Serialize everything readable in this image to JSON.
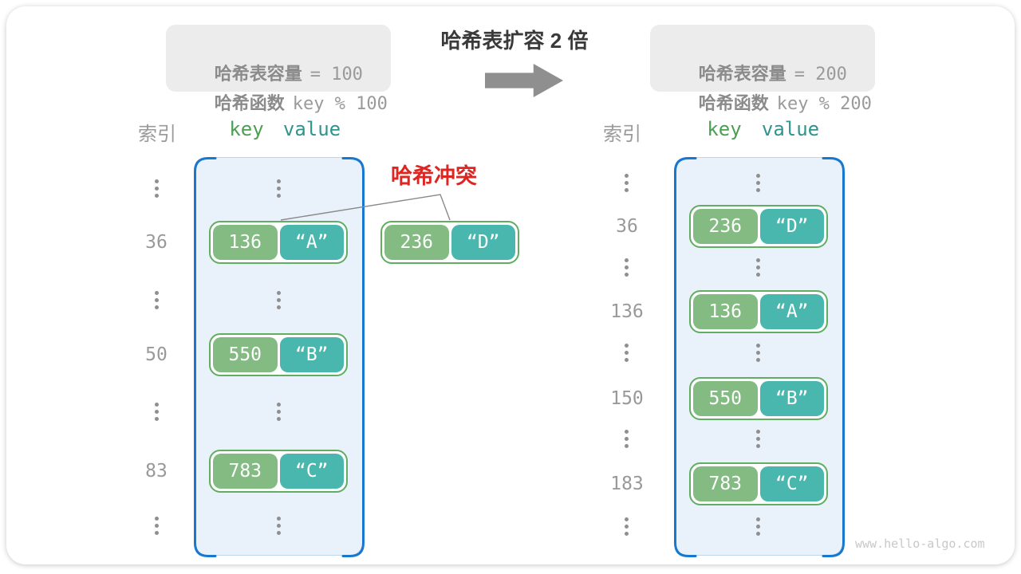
{
  "title": "哈希表扩容 2 倍",
  "colors": {
    "key_green": "#83bb83",
    "value_teal": "#49b7ad",
    "pair_border": "#61ad61",
    "bucket_fill": "#e9f2fa",
    "bucket_stroke": "#1878cf",
    "collision_red": "#e02521",
    "gray_text": "#9a9a9a",
    "title_dark": "#3a3a3a",
    "arrow_gray": "#8f8f8f"
  },
  "before": {
    "info_line1": {
      "label": "哈希表容量",
      "value": "= 100"
    },
    "info_line2": {
      "label": "哈希函数",
      "value": "key % 100"
    },
    "header": {
      "index": "索引",
      "key": "key",
      "value": "value"
    },
    "rows": [
      {
        "index": "36",
        "key": "136",
        "value": "“A”"
      },
      {
        "index": "50",
        "key": "550",
        "value": "“B”"
      },
      {
        "index": "83",
        "key": "783",
        "value": "“C”"
      }
    ]
  },
  "collision": {
    "label": "哈希冲突",
    "pair": {
      "key": "236",
      "value": "“D”"
    }
  },
  "after": {
    "info_line1": {
      "label": "哈希表容量",
      "value": "= 200"
    },
    "info_line2": {
      "label": "哈希函数",
      "value": "key % 200"
    },
    "header": {
      "index": "索引",
      "key": "key",
      "value": "value"
    },
    "rows": [
      {
        "index": "36",
        "key": "236",
        "value": "“D”"
      },
      {
        "index": "136",
        "key": "136",
        "value": "“A”"
      },
      {
        "index": "150",
        "key": "550",
        "value": "“B”"
      },
      {
        "index": "183",
        "key": "783",
        "value": "“C”"
      }
    ]
  },
  "watermark": "www.hello-algo.com"
}
